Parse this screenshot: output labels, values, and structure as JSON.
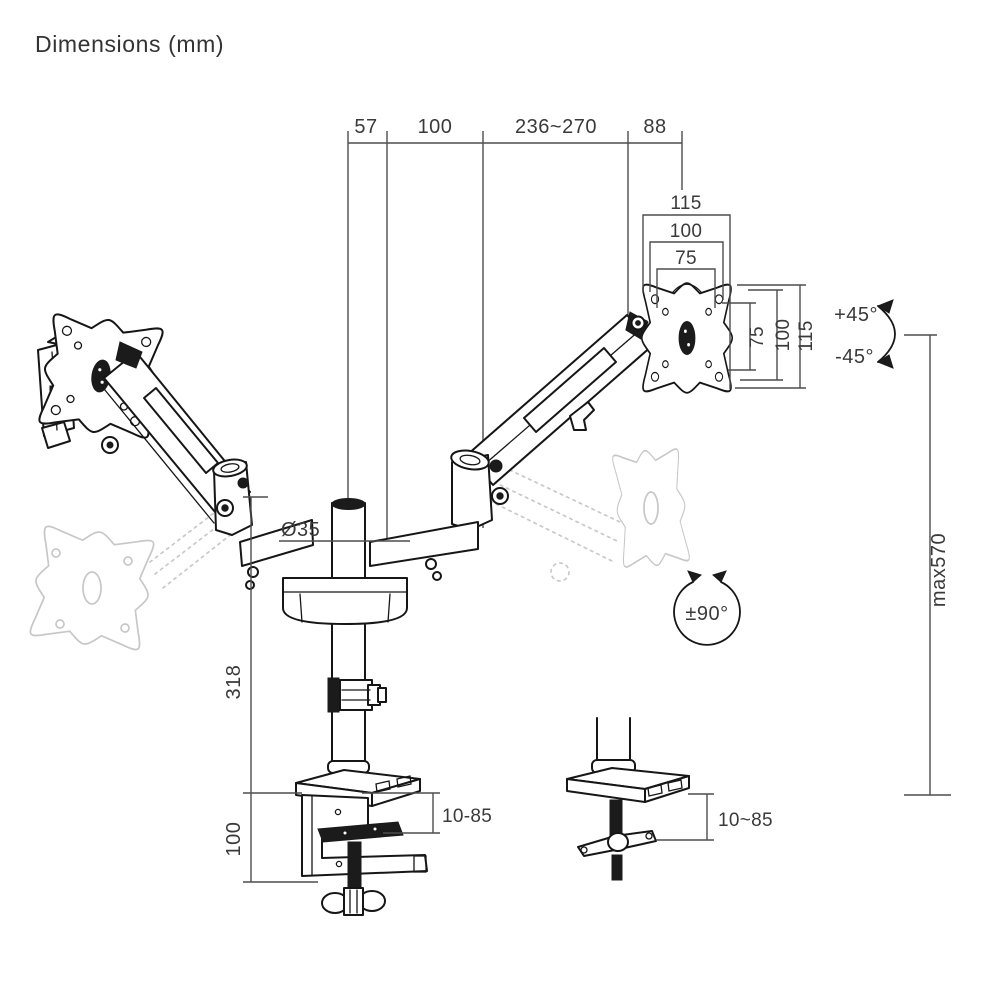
{
  "title": "Dimensions (mm)",
  "dimensions": {
    "top_row": {
      "pole_offset": "57",
      "arm_inner": "100",
      "arm_reach": "236~270",
      "head_depth": "88"
    },
    "vesa_width": {
      "outer": "115",
      "mid": "100",
      "inner": "75"
    },
    "vesa_height": {
      "inner": "75",
      "mid": "100",
      "outer": "115"
    },
    "tilt": {
      "up": "+45°",
      "down": "-45°"
    },
    "swivel": "±90°",
    "pole_diameter": "Ø35",
    "max_height": "max570",
    "column_height": "318",
    "clamp_body_height": "100",
    "clamp_desk_range": "10-85",
    "grommet_desk_range": "10~85"
  },
  "icons": {
    "tilt_arrow": "curved-double-arrow",
    "swivel_arrow": "circular-rotation-arrow"
  },
  "colors": {
    "line": "#161616",
    "dimension_line": "#4d4d4d",
    "text": "#3a3a3a",
    "ghost": "#c7c7c7",
    "background": "#ffffff"
  }
}
